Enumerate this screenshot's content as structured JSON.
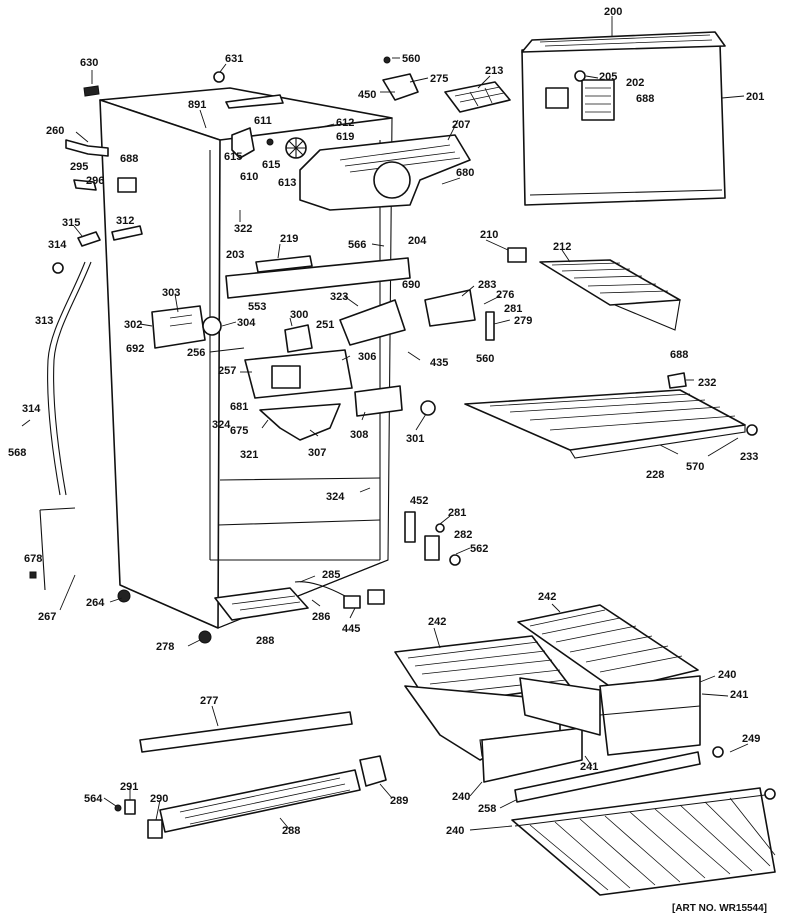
{
  "art_number": "[ART NO. WR15544]",
  "labels": {
    "p630": "630",
    "p631": "631",
    "p560a": "560",
    "p275": "275",
    "p450": "450",
    "p213": "213",
    "p200": "200",
    "p205": "205",
    "p202": "202",
    "p688a": "688",
    "p201": "201",
    "p891": "891",
    "p611": "611",
    "p612": "612",
    "p619": "619",
    "p207": "207",
    "p615a": "615",
    "p610": "610",
    "p615b": "615",
    "p613": "613",
    "p680": "680",
    "p260": "260",
    "p295": "295",
    "p296": "296",
    "p688b": "688",
    "p315": "315",
    "p312": "312",
    "p314a": "314",
    "p322": "322",
    "p219": "219",
    "p566": "566",
    "p204": "204",
    "p210": "210",
    "p212": "212",
    "p203": "203",
    "p323": "323",
    "p690": "690",
    "p283": "283",
    "p276": "276",
    "p281a": "281",
    "p279": "279",
    "p313": "313",
    "p303": "303",
    "p553": "553",
    "p302": "302",
    "p304": "304",
    "p300": "300",
    "p251": "251",
    "p692": "692",
    "p256": "256",
    "p306": "306",
    "p435": "435",
    "p560b": "560",
    "p688c": "688",
    "p232": "232",
    "p257": "257",
    "p681": "681",
    "p324a": "324",
    "p675": "675",
    "p307": "307",
    "p308": "308",
    "p301": "301",
    "p314b": "314",
    "p568": "568",
    "p321": "321",
    "p228": "228",
    "p570": "570",
    "p233": "233",
    "p324b": "324",
    "p452": "452",
    "p281b": "281",
    "p282": "282",
    "p562": "562",
    "p678": "678",
    "p285": "285",
    "p267": "267",
    "p264": "264",
    "p286": "286",
    "p445": "445",
    "p288a": "288",
    "p278": "278",
    "p242a": "242",
    "p242b": "242",
    "p240a": "240",
    "p241a": "241",
    "p277": "277",
    "p249": "249",
    "p241b": "241",
    "p240b": "240",
    "p258": "258",
    "p564": "564",
    "p291": "291",
    "p290": "290",
    "p289": "289",
    "p288b": "288",
    "p240c": "240"
  }
}
